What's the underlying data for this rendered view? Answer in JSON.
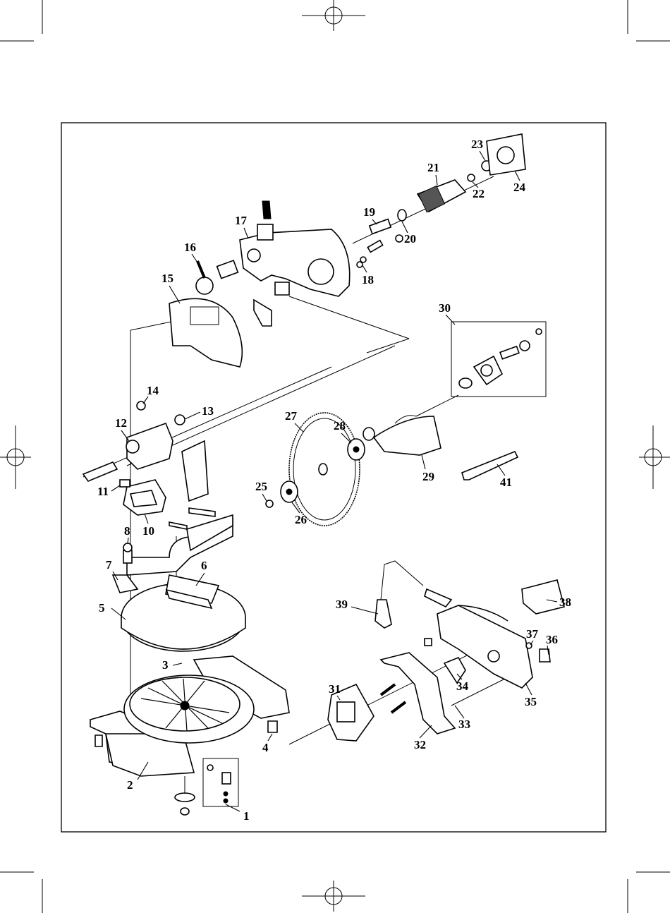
{
  "diagram": {
    "part_labels": [
      "1",
      "2",
      "3",
      "4",
      "5",
      "6",
      "7",
      "8",
      "10",
      "11",
      "12",
      "13",
      "14",
      "15",
      "16",
      "17",
      "18",
      "19",
      "20",
      "21",
      "22",
      "23",
      "24",
      "25",
      "26",
      "27",
      "28",
      "29",
      "30",
      "31",
      "32",
      "33",
      "34",
      "35",
      "36",
      "37",
      "38",
      "39",
      "41"
    ]
  }
}
